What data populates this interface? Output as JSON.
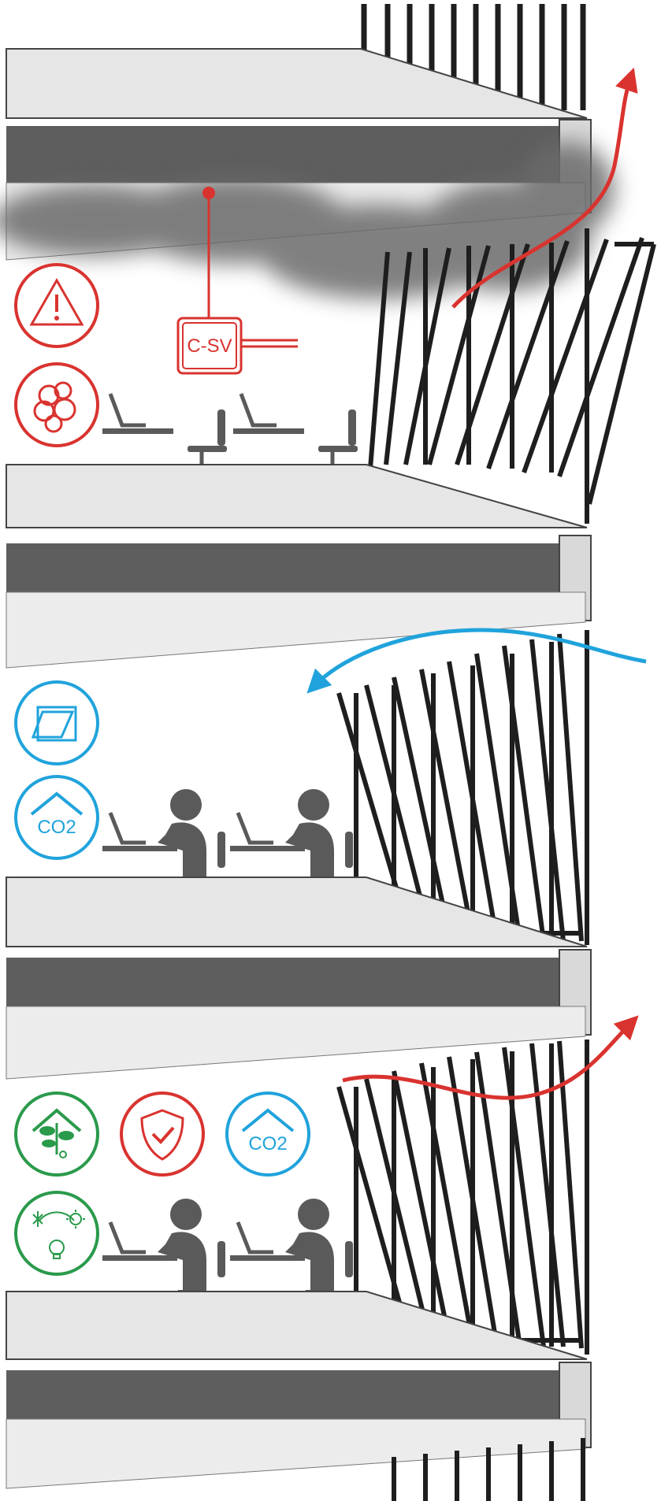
{
  "colors": {
    "alert_red": "#d9332f",
    "ventilation_blue": "#20a3dc",
    "eco_green": "#2a9a4b",
    "slab_dark": "#5e5e5e",
    "floor_light": "#e6e6e6",
    "smoke": "#6b6b6b",
    "figure_gray": "#5a5a5a"
  },
  "floors": [
    {
      "scenario": "smoke-extraction",
      "controller": {
        "label": "C-SV"
      },
      "icons": [
        {
          "icon": "warning-triangle-icon",
          "color": "alert_red"
        },
        {
          "icon": "smoke-cloud-icon",
          "color": "alert_red"
        }
      ],
      "airflow": "exhaust-up",
      "occupied": false
    },
    {
      "scenario": "fresh-air-ventilation",
      "icons": [
        {
          "icon": "open-window-icon",
          "color": "ventilation_blue"
        },
        {
          "icon": "co2-house-icon",
          "color": "ventilation_blue",
          "text": "CO2"
        }
      ],
      "airflow": "intake",
      "occupied": true
    },
    {
      "scenario": "comfort-and-safety",
      "icons": [
        {
          "icon": "eco-plant-house-icon",
          "color": "eco_green"
        },
        {
          "icon": "shield-check-icon",
          "color": "alert_red"
        },
        {
          "icon": "co2-house-icon",
          "color": "ventilation_blue",
          "text": "CO2"
        },
        {
          "icon": "climate-light-icon",
          "color": "eco_green"
        }
      ],
      "airflow": "exhaust-out",
      "occupied": true
    }
  ]
}
